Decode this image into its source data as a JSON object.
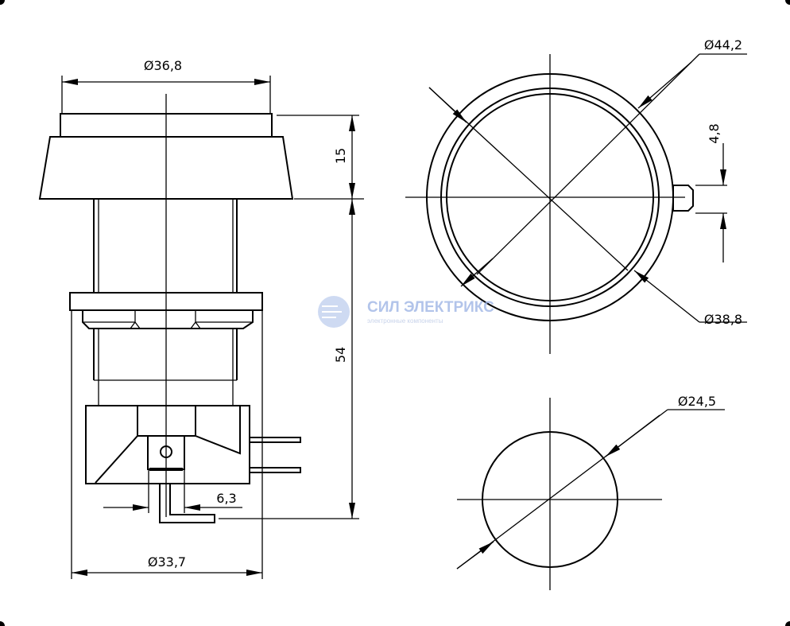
{
  "dimensions": {
    "cap_diameter": "Ø36,8",
    "cap_height": "15",
    "body_length": "54",
    "nut_diameter": "Ø33,7",
    "terminal_width": "6,3",
    "outer_diameter": "Ø44,2",
    "tab_width": "4,8",
    "inner_diameter": "Ø38,8",
    "cutout_diameter": "Ø24,5"
  },
  "watermark": {
    "brand": "СИЛ ЭЛЕКТРИКС",
    "tagline": "электронные компоненты"
  }
}
